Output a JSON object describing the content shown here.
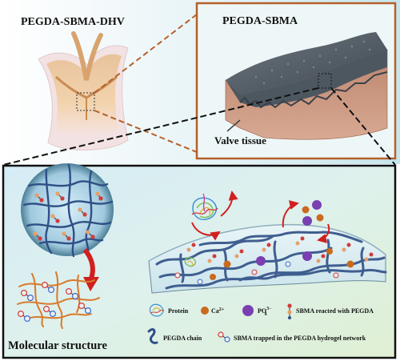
{
  "top_left_title": "PEGDA-SBMA-DHV",
  "top_right_title": "PEGDA-SBMA",
  "valve_tissue_label": "Valve tissue",
  "molecular_structure_label": "Molecular structure",
  "legend": {
    "protein": "Protein",
    "calcium_base": "Ca",
    "calcium_sup": "2+",
    "phosphate_base": "PO",
    "phosphate_sub": "4",
    "phosphate_sup": "3−",
    "sbma_reacted": "SBMA reacted with PEGDA",
    "pegda_chain": "PEGDA chain",
    "sbma_trapped": "SBMA trapped in the PEGDA hydrogel network"
  },
  "colors": {
    "frame_orange": "#b5602a",
    "chain_blue": "#2f4f86",
    "calcium": "#c96a1e",
    "phosphate": "#7a3fb0",
    "arrow_red": "#d21f1f",
    "tissue": "#c9937a",
    "coating": "#5b6670"
  }
}
